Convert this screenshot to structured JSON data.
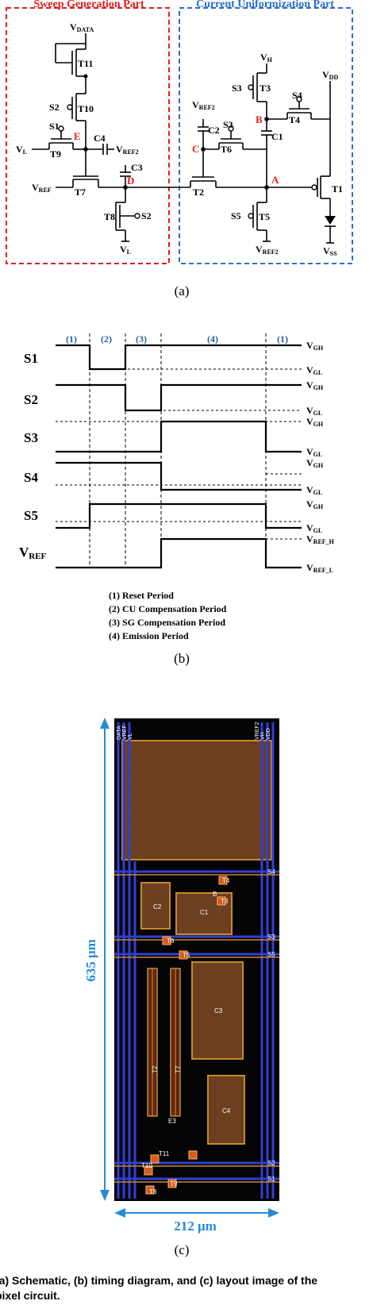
{
  "schematic": {
    "section_left_title": "Sweep Generation Part",
    "section_right_title": "Current Uniformization Part",
    "transistors": [
      "T11",
      "T10",
      "T9",
      "T7",
      "T8",
      "T3",
      "T4",
      "T6",
      "T2",
      "T5",
      "T1"
    ],
    "capacitors": [
      "C4",
      "C3",
      "C2",
      "C1"
    ],
    "signals": [
      "S2",
      "S1",
      "S2",
      "S3",
      "S4",
      "S3",
      "S5"
    ],
    "nodes": [
      "E",
      "D",
      "C",
      "B",
      "A"
    ],
    "supplies": {
      "vdata_main": "V",
      "vdata_sub": "DATA",
      "vl_main": "V",
      "vl_sub": "L",
      "vref_main": "V",
      "vref_sub": "REF",
      "vref2_main": "V",
      "vref2_sub": "REF2",
      "vh_main": "V",
      "vh_sub": "H",
      "vdd_main": "V",
      "vdd_sub": "DD",
      "vss_main": "V",
      "vss_sub": "SS"
    },
    "panel_label": "(a)"
  },
  "timing": {
    "periods": [
      "(1)",
      "(2)",
      "(3)",
      "(4)",
      "(1)"
    ],
    "signals": [
      "S1",
      "S2",
      "S3",
      "S4",
      "S5"
    ],
    "vref_main": "V",
    "vref_sub": "REF",
    "levels": [
      {
        "main": "V",
        "sub": "GH"
      },
      {
        "main": "V",
        "sub": "GL"
      },
      {
        "main": "V",
        "sub": "GH"
      },
      {
        "main": "V",
        "sub": "GL"
      },
      {
        "main": "V",
        "sub": "GH"
      },
      {
        "main": "V",
        "sub": "GL"
      },
      {
        "main": "V",
        "sub": "GH"
      },
      {
        "main": "V",
        "sub": "GL"
      },
      {
        "main": "V",
        "sub": "GH"
      },
      {
        "main": "V",
        "sub": "GL"
      },
      {
        "main": "V",
        "sub": "REF_H"
      },
      {
        "main": "V",
        "sub": "REF_L"
      }
    ],
    "legend": [
      "(1) Reset Period",
      "(2) CU Compensation Period",
      "(3) SG Compensation Period",
      "(4) Emission Period"
    ],
    "panel_label": "(b)"
  },
  "layout": {
    "height_dimension": "635 μm",
    "width_dimension": "212 μm",
    "top_pins": [
      "DATA",
      "VREF",
      "VL",
      "VREF2",
      "VH",
      "VDD"
    ],
    "side_labels": [
      "S4",
      "S3",
      "S5",
      "S2",
      "S1"
    ],
    "component_labels": [
      "T4",
      "T3",
      "C2",
      "C1",
      "B",
      "T6",
      "T5",
      "C3",
      "T2",
      "T7",
      "E3",
      "C4",
      "T11",
      "T10",
      "T9",
      "T8"
    ],
    "panel_label": "(c)"
  },
  "caption": {
    "line1": "(a) Schematic, (b) timing diagram, and (c) layout image of the",
    "line2": "pixel circuit."
  }
}
